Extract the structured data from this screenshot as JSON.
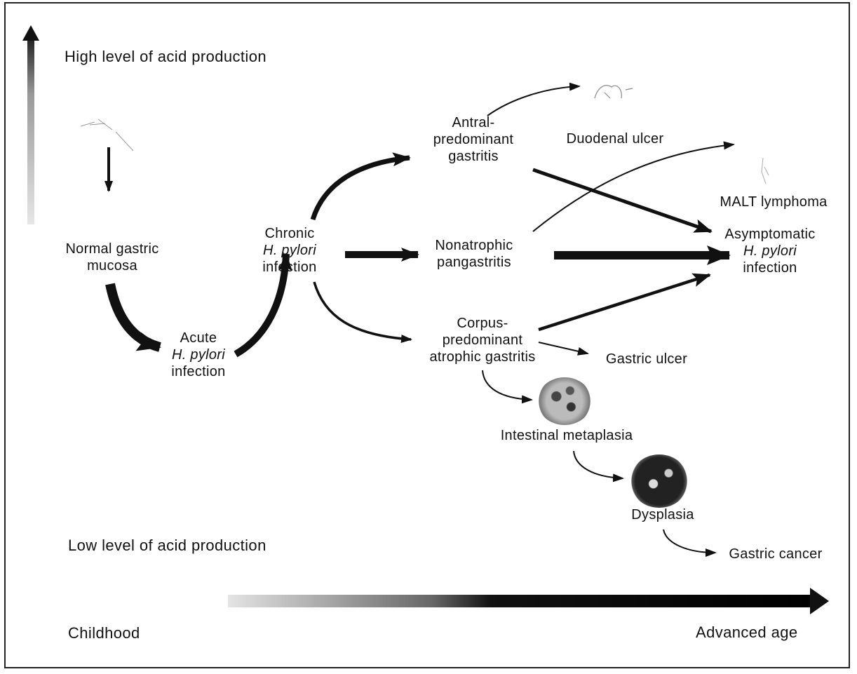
{
  "axes": {
    "acid_high": "High level of acid production",
    "acid_low": "Low level of acid production",
    "age_start": "Childhood",
    "age_end": "Advanced age"
  },
  "nodes": {
    "normal_mucosa": [
      "Normal gastric",
      "mucosa"
    ],
    "acute_infection": [
      "Acute",
      "H. pylori",
      "infection"
    ],
    "chronic_infection": [
      "Chronic",
      "H. pylori",
      "infection"
    ],
    "antral_gastritis": [
      "Antral-",
      "predominant",
      "gastritis"
    ],
    "nonatrophic_pangastritis": [
      "Nonatrophic",
      "pangastritis"
    ],
    "corpus_gastritis": [
      "Corpus-",
      "predominant",
      "atrophic gastritis"
    ],
    "duodenal_ulcer": "Duodenal ulcer",
    "malt_lymphoma": "MALT lymphoma",
    "asymptomatic_infection": [
      "Asymptomatic",
      "H. pylori",
      "infection"
    ],
    "gastric_ulcer": "Gastric ulcer",
    "intestinal_metaplasia": "Intestinal metaplasia",
    "dysplasia": "Dysplasia",
    "gastric_cancer": "Gastric cancer"
  }
}
